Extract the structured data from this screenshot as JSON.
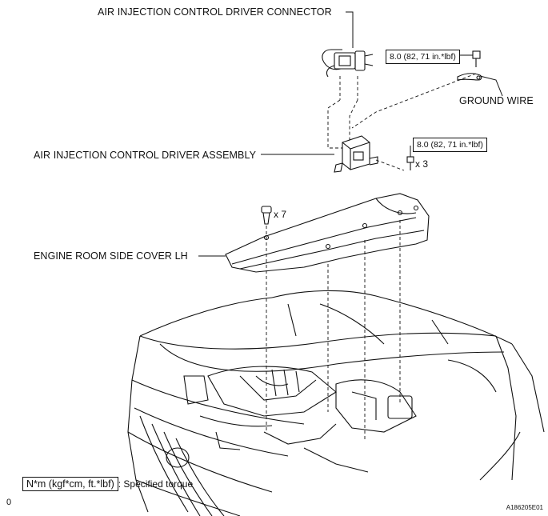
{
  "labels": {
    "connector": "AIR INJECTION CONTROL DRIVER CONNECTOR",
    "ground_wire": "GROUND WIRE",
    "driver_assembly": "AIR INJECTION CONTROL DRIVER ASSEMBLY",
    "side_cover": "ENGINE ROOM SIDE COVER LH"
  },
  "torques": {
    "ground_bolt": "8.0 (82, 71 in.*lbf)",
    "driver_bolts": "8.0 (82, 71 in.*lbf)"
  },
  "quantities": {
    "driver_bolts": "x 3",
    "clips": "x 7"
  },
  "legend": {
    "unit_box": "N*m (kgf*cm, ft.*lbf)",
    "description": ": Specified torque"
  },
  "figure_code": "A186205E01",
  "corner_mark": "0"
}
